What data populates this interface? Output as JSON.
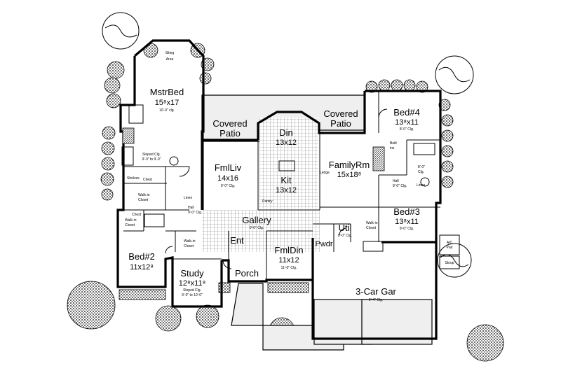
{
  "rooms": {
    "sitting_area": {
      "line1": "Siting",
      "line2": "Area"
    },
    "master_bed": {
      "name": "MstrBed",
      "size": "15⁸x17",
      "ceiling": "10'-0\" clg."
    },
    "sloped_clg": {
      "line1": "Sloped Clg.",
      "line2": "9'-0\" to 9'-0\""
    },
    "shelves": "Shelves",
    "chest": "Chest",
    "walk_in_closet": {
      "line1": "Walk-in",
      "line2": "Closet"
    },
    "linen": "Linen",
    "hall_left": {
      "line1": "Hall",
      "line2": "9'-0\" Clg."
    },
    "covered_patio_left": {
      "line1": "Covered",
      "line2": "Patio"
    },
    "covered_patio_right": {
      "line1": "Covered",
      "line2": "Patio"
    },
    "fml_liv": {
      "name": "FmlLiv",
      "size": "14x16",
      "ceiling": "9'-0\" Clg."
    },
    "din": {
      "name": "Din",
      "size": "13x12"
    },
    "kit": {
      "name": "Kit",
      "size": "13x12"
    },
    "pantry": "Pantry",
    "ledge": "Ledge",
    "family_rm": {
      "name": "FamilyRm",
      "size": "15x18⁸"
    },
    "bed4": {
      "name": "Bed#4",
      "size": "13⁸x11",
      "ceiling": "8'-0\" Clg."
    },
    "built_ins": {
      "line1": "Built",
      "line2": "ins"
    },
    "hall_right": {
      "line1": "Hall",
      "line2": "8'-0\" Clg."
    },
    "linen_right": "Linen",
    "clg_8": {
      "line1": "8'-0\"",
      "line2": "Clg."
    },
    "bed3": {
      "name": "Bed#3",
      "size": "13⁸x11",
      "ceiling": "8'-0\" Clg."
    },
    "walk_in_closet_right": {
      "line1": "Walk-in",
      "line2": "Closet"
    },
    "gallery": {
      "name": "Gallery",
      "ceiling": "9'-0\" Clg."
    },
    "util": {
      "name": "Util",
      "ceiling": "8'-0\" Clg."
    },
    "pwdr": "Pwdr",
    "ent": "Ent",
    "fml_din": {
      "name": "FmlDin",
      "size": "11x12",
      "ceiling": "11'-0\" Clg."
    },
    "walk_in_closet_bed2": {
      "line1": "Walk-in",
      "line2": "Closet"
    },
    "closet_bed2": {
      "line1": "Walk-in",
      "line2": "Closet"
    },
    "chest_bed2": "Chest",
    "bed2": {
      "name": "Bed#2",
      "size": "11x12⁸"
    },
    "study": {
      "name": "Study",
      "size": "12⁸x11⁸",
      "line3": "Sloped Clg.",
      "line4": "9'-0\" to 10'-0\""
    },
    "porch": "Porch",
    "garage": {
      "name": "3-Car Gar",
      "ceiling": "9'-4\" Clg."
    },
    "ac_pad": {
      "line1": "A/C",
      "line2": "Pad"
    },
    "stoop": "Stoop"
  }
}
